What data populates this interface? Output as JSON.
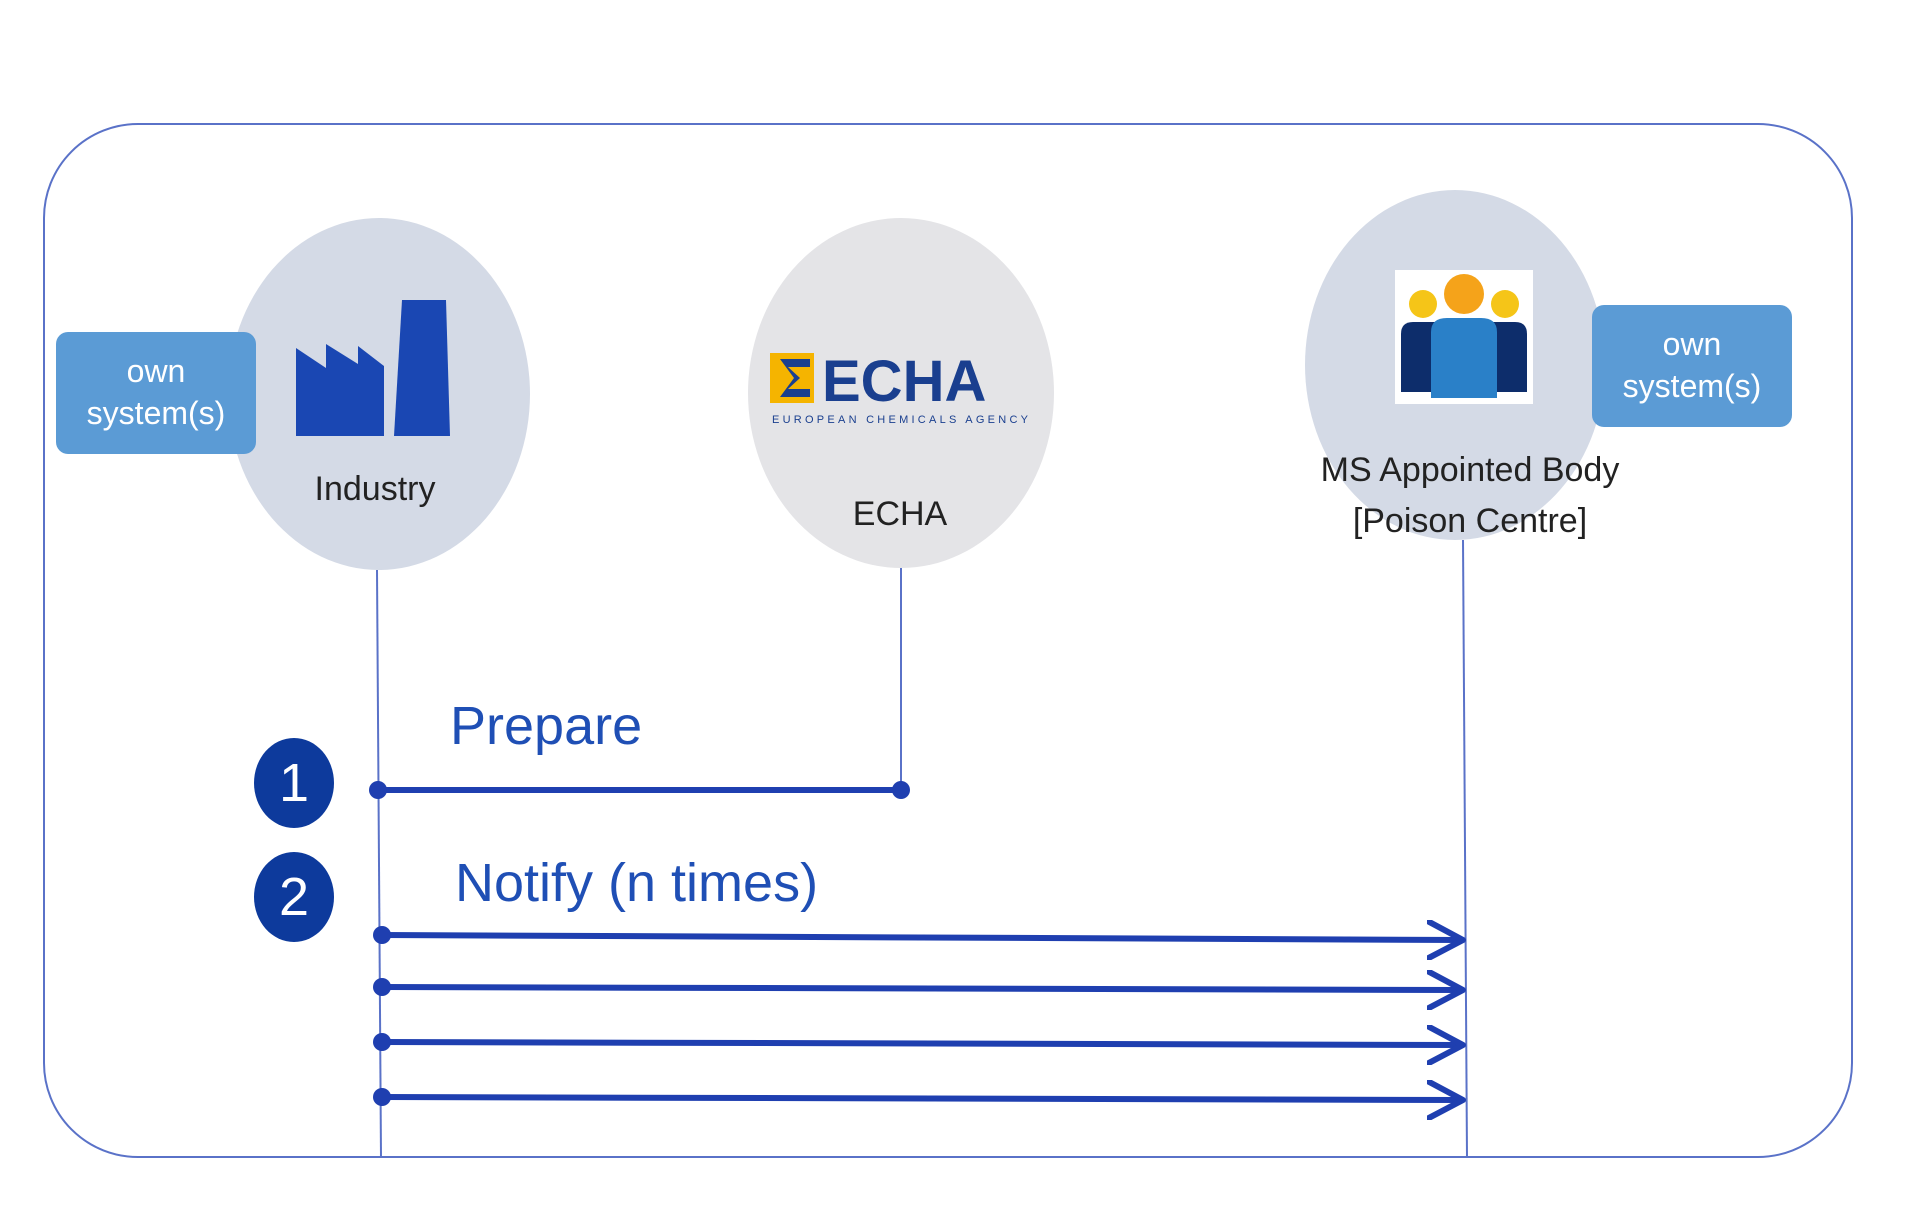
{
  "colors": {
    "frame": "#5a72c8",
    "arrow": "#1f3fb0",
    "badge": "#0d3a9c",
    "own_system_box": "#5b9bd5",
    "actor_circle": "#d4dae6",
    "echa_circle": "#e4e4e7"
  },
  "actors": {
    "industry": {
      "label": "Industry",
      "icon": "factory-icon"
    },
    "echa": {
      "label": "ECHA",
      "icon": "echa-logo",
      "logo_text": "ECHA",
      "logo_tagline": "EUROPEAN CHEMICALS AGENCY"
    },
    "ms_body": {
      "label_line1": "MS Appointed Body",
      "label_line2": "[Poison Centre]",
      "icon": "people-group-icon"
    }
  },
  "own_systems": {
    "left": {
      "line1": "own",
      "line2": "system(s)"
    },
    "right": {
      "line1": "own",
      "line2": "system(s)"
    }
  },
  "steps": [
    {
      "number": "1",
      "label": "Prepare",
      "from": "industry",
      "to": "echa",
      "arrows": 1
    },
    {
      "number": "2",
      "label": "Notify (n times)",
      "from": "industry",
      "to": "ms_body",
      "arrows": 4
    }
  ]
}
